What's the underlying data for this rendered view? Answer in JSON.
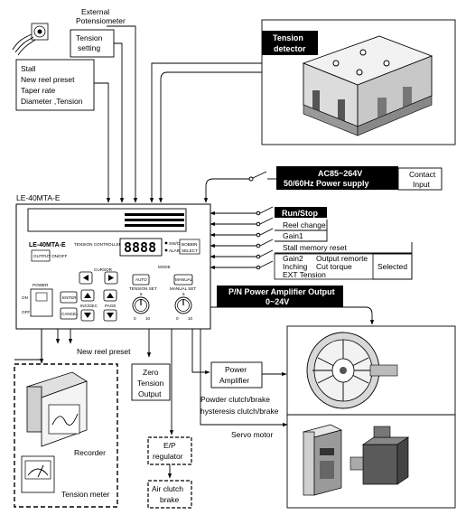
{
  "top": {
    "ext_pot_line1": "External",
    "ext_pot_line2": "Potensiometer",
    "tension_setting_line1": "Tension",
    "tension_setting_line2": "setting",
    "inputs": [
      "Stall",
      "New reel preset",
      "Taper rate",
      "Diameter ,Tension"
    ],
    "tension_detector_line1": "Tension",
    "tension_detector_line2": "detector"
  },
  "power": {
    "line1": "AC85~264V",
    "line2": "50/60Hz  Power supply",
    "contact_line1": "Contact",
    "contact_line2": "Input"
  },
  "controller": {
    "model_label": "LE-40MTA-E",
    "panel_model": "LE-40MTA-E",
    "panel_sub": "TENSION CONTROLLER",
    "display_value": "8888",
    "btn_output_on": "OUTPUT ON/OFF",
    "cursor_label": "CURSOR",
    "mode_label": "MODE",
    "tension_set_label": "TENSION SET",
    "manual_set_label": "MANUAL SET",
    "auto_label": "AUTO",
    "manual_label": "MANUAL",
    "power_label": "POWER",
    "on_label": "ON",
    "off_label": "OFF",
    "enter_label": "ENTER",
    "cancel_label": "CANCEL",
    "incdec_label": "INC/DEC",
    "page_label": "PAGE",
    "knob_min": "0",
    "knob_max": "10",
    "knob_mid": "5",
    "led1": "SW/ON",
    "led2": "ALARM",
    "selector1": "BOBBIN",
    "selector2": "SELECT"
  },
  "right_inputs": {
    "run_stop": "Run/Stop",
    "reel_change": "Reel change",
    "gain1": "Gain1",
    "stall_reset": "Stall memory reset",
    "gain2": "Gain2",
    "output_remote": "Output remorte",
    "inching": "Inching",
    "cut_torque": "Cut torque",
    "ext_tension": "EXT Tension",
    "selected": "Selected"
  },
  "outputs": {
    "pn_line1": "P/N Power Amplifier Output",
    "pn_line2": "0~24V",
    "new_reel_preset": "New reel preset",
    "zero_tension_1": "Zero",
    "zero_tension_2": "Tension",
    "zero_tension_3": "Output",
    "power_amp_1": "Power",
    "power_amp_2": "Amplifier",
    "clutch_line1": "Powder clutch/brake",
    "clutch_line2": "hysteresis  clutch/brake",
    "servo_motor": "Servo motor",
    "recorder": "Recorder",
    "tension_meter": "Tension meter",
    "ep_line1": "E/P",
    "ep_line2": "regulator",
    "air_line1": "Air clutch",
    "air_line2": "brake"
  }
}
